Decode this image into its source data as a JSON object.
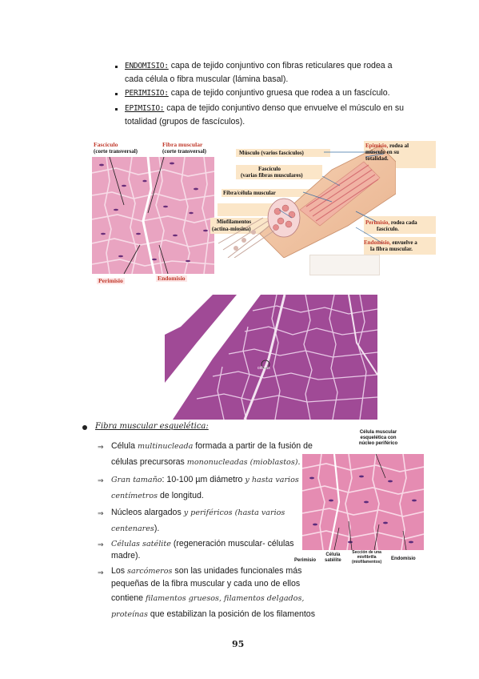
{
  "bullets": [
    {
      "term": "ENDOMISIO:",
      "line1": " capa de tejido conjuntivo con fibras reticulares que rodea a",
      "line2": "cada célula o fibra muscular (lámina basal)."
    },
    {
      "term": "PERIMISIO:",
      "line1": " capa de tejido conjuntivo gruesa que rodea a un fascículo.",
      "line2": ""
    },
    {
      "term": "EPIMISIO:",
      "line1": " capa de tejido conjuntivo denso que envuelve el músculo en su",
      "line2": "totalidad (grupos de fascículos)."
    }
  ],
  "figure1": {
    "fasciculo": "Fascículo",
    "fasciculo_sub": "(corte transversal)",
    "fibra": "Fibra muscular",
    "fibra_sub": "(corte transversal)",
    "perimisio": "Perimisio",
    "endomisio": "Endomisio",
    "musculo": "Músculo (varios fascículos)",
    "fasciculo2": "Fascículo",
    "fasciculo2_sub": "(varias fibras musculares)",
    "fibra_celula": "Fibra/célula muscular",
    "miofil": "Miofilamentos",
    "miofil_sub": "(actina-miosina)",
    "epimisio_r1": "Epimisio,",
    "epimisio_r2": " rodea al",
    "epimisio_r3": "músculo en su",
    "epimisio_r4": "totalidad.",
    "perimisio_r1": "Perimisio,",
    "perimisio_r2": " rodea cada",
    "perimisio_r3": "fascículo.",
    "endomisio_r1": "Endomisio,",
    "endomisio_r2": " envuelve a",
    "endomisio_r3": "la fibra muscular."
  },
  "figure2": {
    "label": "células"
  },
  "section": {
    "title": "Fibra muscular esquelética:",
    "items": [
      {
        "l1a": "Célula ",
        "l1b": "multinucleada",
        "l1c": " formada a partir de la fusión de",
        "l2a": "células precursoras ",
        "l2b": "mononucleadas (mioblastos)",
        "l2c": "."
      },
      {
        "l1a": "Gran tamaño",
        "l1b": ": 10-100 µm diámetro ",
        "l1c": "y hasta varios",
        "l2a": "centímetros",
        "l2b": " de longitud.",
        "l2c": ""
      },
      {
        "l1a": "Núcleos alargados ",
        "l1b": "y periféricos",
        "l1c": " (hasta varios",
        "l2a": "centenares",
        "l2b": ").",
        "l2c": ""
      },
      {
        "l1a": "Células satélite",
        "l1b": " (regeneración muscular- células",
        "l1c": "",
        "l2a": "madre).",
        "l2b": "",
        "l2c": ""
      }
    ],
    "last": {
      "l1a": "Los ",
      "l1b": "sarcómeros",
      "l1c": " son las unidades funcionales más",
      "l2": "pequeñas de la fibra muscular y cada uno de ellos",
      "l3a": "contiene ",
      "l3b": "filamentos gruesos, filamentos delgados,",
      "l4a": "proteínas",
      "l4b": " que estabilizan la posición de los filamentos"
    }
  },
  "figure3": {
    "title1": "Célula muscular",
    "title2": "esquelética con",
    "title3": "núcleo periférico",
    "perimisio": "Perimisio",
    "celula1": "Célula",
    "celula2": "satélite",
    "seccion1": "Sección de una",
    "seccion2": "miofibrilla",
    "seccion3": "(miofilamentos)",
    "endomisio": "Endomisio"
  },
  "page_number": "95",
  "colors": {
    "tissue_pink": "#e48bb1",
    "tissue_purple": "#9b3f8f",
    "red_label": "#c0392b",
    "tag_bg": "#fbe6c8"
  }
}
